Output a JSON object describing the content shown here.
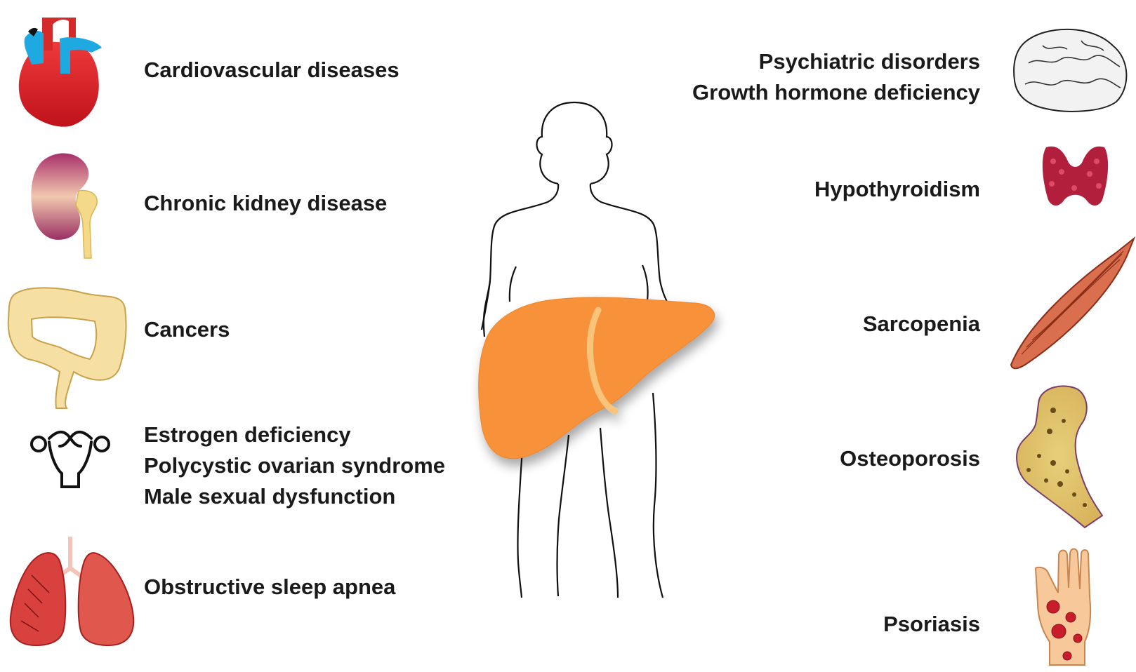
{
  "left_conditions": [
    {
      "organ": "heart-icon",
      "lines": [
        "Cardiovascular diseases"
      ]
    },
    {
      "organ": "kidney-icon",
      "lines": [
        "Chronic kidney disease"
      ]
    },
    {
      "organ": "colon-icon",
      "lines": [
        "Cancers"
      ]
    },
    {
      "organ": "uterus-icon",
      "lines": [
        "Estrogen deficiency",
        "Polycystic ovarian syndrome",
        "Male sexual dysfunction"
      ]
    },
    {
      "organ": "lungs-icon",
      "lines": [
        "Obstructive sleep apnea"
      ]
    }
  ],
  "right_conditions": [
    {
      "organ": "brain-icon",
      "lines": [
        "Psychiatric disorders",
        "Growth hormone deficiency"
      ]
    },
    {
      "organ": "thyroid-icon",
      "lines": [
        "Hypothyroidism"
      ]
    },
    {
      "organ": "muscle-icon",
      "lines": [
        "Sarcopenia"
      ]
    },
    {
      "organ": "bone-icon",
      "lines": [
        "Osteoporosis"
      ]
    },
    {
      "organ": "hand-skin-icon",
      "lines": [
        "Psoriasis"
      ]
    }
  ],
  "center": {
    "body": "human-body-outline-icon",
    "organ": "liver-icon"
  },
  "colors": {
    "liver": "#f7923a",
    "liver_ligament": "#f9c47a",
    "heart": "#d9232e",
    "heart_vessel": "#1ea9e1",
    "kidney": "#a63a6e",
    "colon": "#f6dfa2",
    "lungs": "#d9413f",
    "thyroid": "#b21f3d",
    "muscle": "#d96f4e",
    "bone": "#e8d38a",
    "text": "#1a1a1a"
  }
}
